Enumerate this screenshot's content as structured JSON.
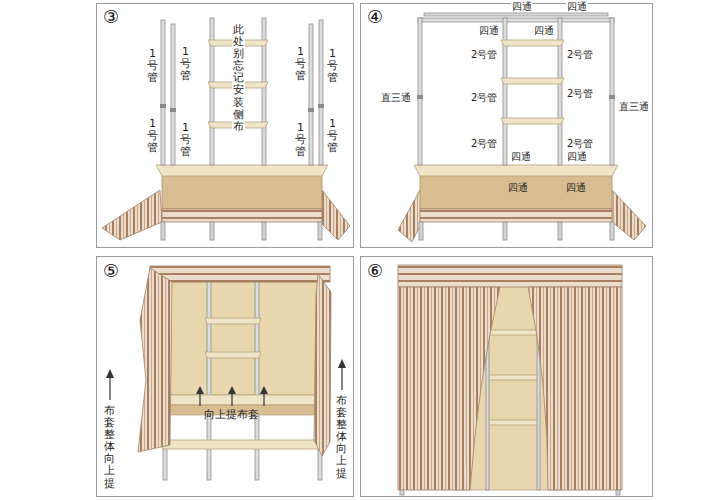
{
  "diagram": {
    "labels": [
      "③",
      "1号管",
      "1号管",
      "1号管",
      "1号管",
      "此处别忘记安装侧布",
      "1号管",
      "1号管",
      "1号管",
      "1号管",
      "④",
      "四通",
      "四通",
      "四通",
      "四通",
      "2号管",
      "2号管",
      "直三通",
      "2号管",
      "2号管",
      "直三通",
      "2号管",
      "2号管",
      "四通",
      "四通",
      "四通",
      "四通",
      "⑤",
      "向上提布套",
      "布套整体向上提",
      "布套整体向上提",
      "⑥"
    ]
  }
}
